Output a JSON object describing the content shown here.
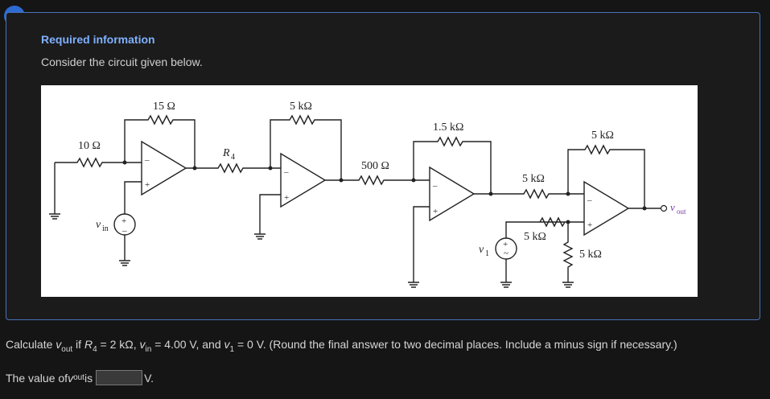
{
  "alert": {
    "symbol": "!"
  },
  "info": {
    "title": "Required information",
    "text": "Consider the circuit given below."
  },
  "circuit": {
    "labels": {
      "r_in": "10 Ω",
      "r_f1": "15 Ω",
      "r4": "R",
      "r4_sub": "4",
      "r_f2": "5 kΩ",
      "r_mid": "500 Ω",
      "r_f3": "1.5 kΩ",
      "r_a": "5 kΩ",
      "r_b": "5 kΩ",
      "r_c": "5 kΩ",
      "r_f4": "5 kΩ",
      "vin": "v",
      "vin_sub": "in",
      "v1": "v",
      "v1_sub": "1",
      "vout": "v",
      "vout_sub": "out"
    }
  },
  "question": {
    "prefix": "Calculate ",
    "vout": "v",
    "vout_sub": "out",
    "mid1": " if ",
    "r4": "R",
    "r4_sub": "4",
    "cond1": " = 2 kΩ, ",
    "vin": "v",
    "vin_sub": "in",
    "cond2": " = 4.00 V, and ",
    "v1": "v",
    "v1_sub": "1",
    "cond3": " = 0 V. (Round the final answer to two decimal places. Include a minus sign if necessary.)"
  },
  "answer": {
    "prefix": "The value of ",
    "var": "v",
    "var_sub": "out",
    "mid": " is ",
    "unit": "V.",
    "value": ""
  }
}
